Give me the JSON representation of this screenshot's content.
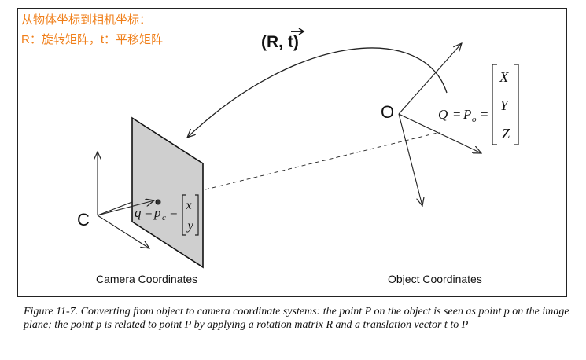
{
  "note": {
    "line1": "从物体坐标到相机坐标：",
    "line2": "R：旋转矩阵，t：平移矩阵"
  },
  "diagram": {
    "transform_label": {
      "open": "(R, ",
      "t": "t",
      "close": ")"
    },
    "origin_object": "O",
    "origin_camera": "C",
    "object_point": {
      "lhs": "Q",
      "eq1": "=",
      "p": "P",
      "sub": "o",
      "eq2": "=",
      "components": [
        "X",
        "Y",
        "Z"
      ]
    },
    "image_point": {
      "lhs": "q",
      "eq1": "=",
      "p": "p",
      "sub": "c",
      "eq2": "=",
      "components": [
        "x",
        "y"
      ]
    },
    "camera_label": "Camera Coordinates",
    "object_label": "Object Coordinates"
  },
  "caption": {
    "text": "Figure 11-7. Converting from object to camera coordinate systems: the point P on the object is seen as point p on the image plane; the point p is related to point P by applying a rotation matrix R and a translation vector t to P"
  }
}
